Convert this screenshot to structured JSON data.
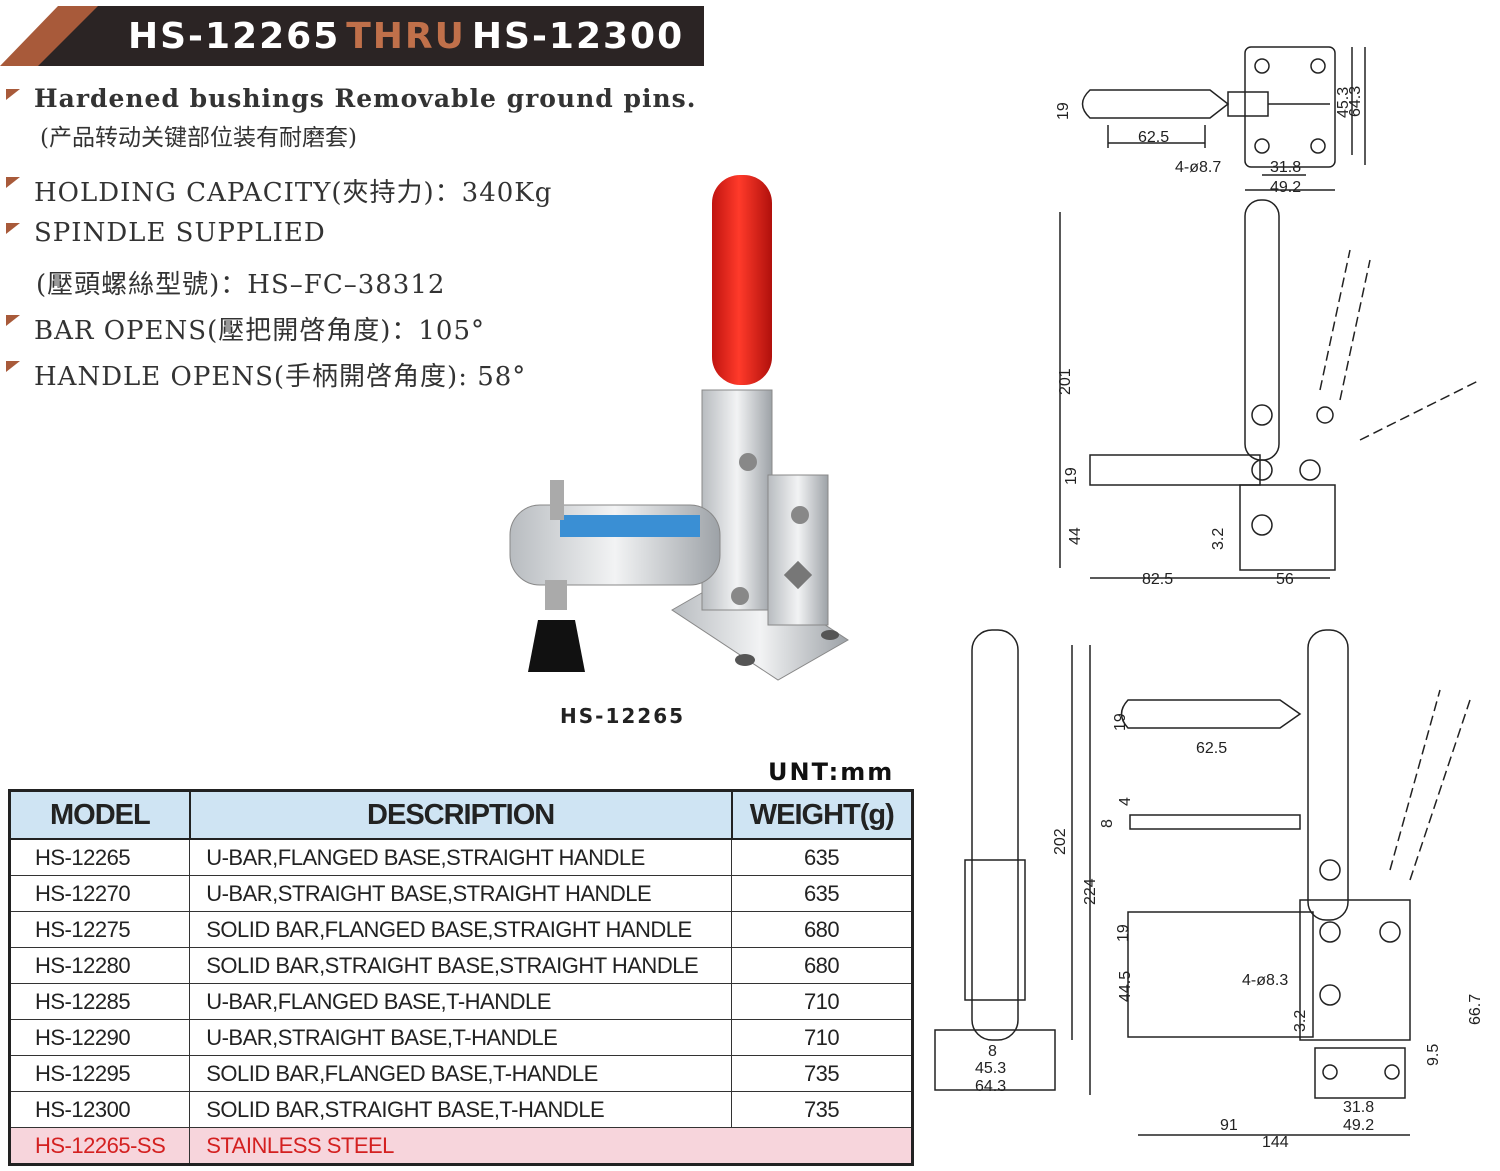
{
  "header": {
    "model_from": "HS-12265",
    "thru": "THRU",
    "model_to": "HS-12300"
  },
  "features": {
    "line1": "Hardened bushings Removable ground pins.",
    "line1_cn": "(产品转动关键部位装有耐磨套)",
    "holding": "HOLDING CAPACITY(夾持力)：340Kg",
    "spindle": "SPINDLE SUPPLIED",
    "spindle_cn": "(壓頭螺絲型號)：HS–FC–38312",
    "bar_opens": "BAR OPENS(壓把開啓角度)：105°",
    "handle_opens": "HANDLE OPENS(手柄開啓角度): 58°"
  },
  "photo_caption": "HS-12265",
  "unit_label": "UNT:mm",
  "table": {
    "headers": [
      "MODEL",
      "DESCRIPTION",
      "WEIGHT(g)"
    ],
    "rows": [
      {
        "model": "HS-12265",
        "description": "U-BAR,FLANGED BASE,STRAIGHT HANDLE",
        "weight": "635"
      },
      {
        "model": "HS-12270",
        "description": "U-BAR,STRAIGHT BASE,STRAIGHT HANDLE",
        "weight": "635"
      },
      {
        "model": "HS-12275",
        "description": "SOLID BAR,FLANGED BASE,STRAIGHT HANDLE",
        "weight": "680"
      },
      {
        "model": "HS-12280",
        "description": "SOLID BAR,STRAIGHT BASE,STRAIGHT HANDLE",
        "weight": "680"
      },
      {
        "model": "HS-12285",
        "description": "U-BAR,FLANGED BASE,T-HANDLE",
        "weight": "710"
      },
      {
        "model": "HS-12290",
        "description": "U-BAR,STRAIGHT BASE,T-HANDLE",
        "weight": "710"
      },
      {
        "model": "HS-12295",
        "description": "SOLID BAR,FLANGED BASE,T-HANDLE",
        "weight": "735"
      },
      {
        "model": "HS-12300",
        "description": "SOLID BAR,STRAIGHT BASE,T-HANDLE",
        "weight": "735"
      }
    ],
    "special_row": {
      "model": "HS-12265-SS",
      "description": "STAINLESS STEEL"
    }
  },
  "drawing_top": {
    "d19": "19",
    "d62_5": "62.5",
    "d45_3": "45.3",
    "d64_3": "64.3",
    "holes": "4-ø8.7",
    "d31_8": "31.8",
    "d49_2": "49.2",
    "d201": "201",
    "d19b": "19",
    "d44": "44",
    "d3_2": "3.2",
    "d82_5": "82.5",
    "d56": "56"
  },
  "drawing_bottom": {
    "d19": "19",
    "d62_5": "62.5",
    "d4": "4",
    "d8": "8",
    "d202": "202",
    "d224": "224",
    "d19b": "19",
    "d44_5": "44.5",
    "holes": "4-ø8.3",
    "d3_2": "3.2",
    "d9_5": "9.5",
    "d66_7": "66.7",
    "d8b": "8",
    "d45_3": "45.3",
    "d64_3": "64.3",
    "d91": "91",
    "d144": "144",
    "d31_8": "31.8",
    "d49_2": "49.2"
  },
  "colors": {
    "banner": "#2b2424",
    "accent": "#c0704a",
    "header_row": "#cfe4f3",
    "ss_row": "#f7d5dc",
    "ss_text": "#d42020",
    "handle": "#e0201c"
  }
}
